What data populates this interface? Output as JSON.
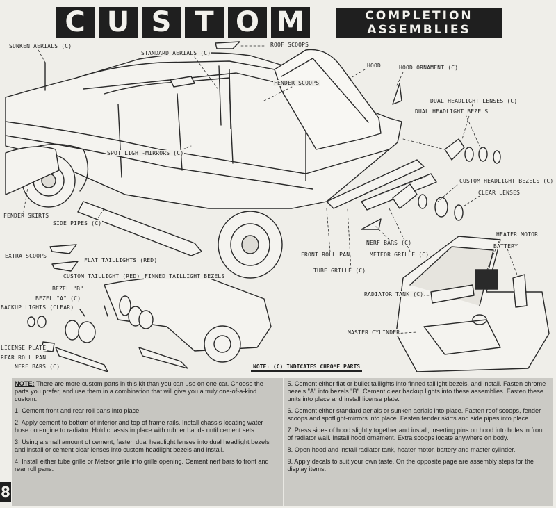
{
  "header": {
    "title_letters": [
      "C",
      "U",
      "S",
      "T",
      "O",
      "M"
    ],
    "subtitle_line1": "COMPLETION",
    "subtitle_line2": "ASSEMBLIES"
  },
  "labels": {
    "sunken_aerials": "SUNKEN AERIALS (C)",
    "standard_aerials": "STANDARD AERIALS (C)",
    "roof_scoops": "ROOF SCOOPS",
    "hood": "HOOD",
    "hood_ornament": "HOOD ORNAMENT (C)",
    "fender_scoops": "FENDER SCOOPS",
    "dual_headlight_lenses": "DUAL HEADLIGHT LENSES (C)",
    "dual_headlight_bezels": "DUAL HEADLIGHT BEZELS",
    "spot_light_mirrors": "SPOT LIGHT-MIRRORS (C)",
    "custom_headlight_bezels": "CUSTOM HEADLIGHT BEZELS (C)",
    "clear_lenses": "CLEAR LENSES",
    "fender_skirts": "FENDER SKIRTS",
    "side_pipes": "SIDE PIPES (C)",
    "nerf_bars_front": "NERF BARS (C)",
    "heater_motor": "HEATER MOTOR",
    "battery": "BATTERY",
    "extra_scoops": "EXTRA SCOOPS",
    "flat_taillights": "FLAT TAILLIGHTS (RED)",
    "front_roll_pan": "FRONT ROLL PAN",
    "meteor_grille": "METEOR GRILLE (C)",
    "tube_grille": "TUBE GRILLE (C)",
    "custom_taillight": "CUSTOM TAILLIGHT (RED)",
    "finned_taillight_bezels": "FINNED TAILLIGHT BEZELS",
    "bezel_b": "BEZEL \"B\"",
    "bezel_a": "BEZEL \"A\" (C)",
    "backup_lights": "BACKUP LIGHTS (CLEAR)",
    "radiator_tank": "RADIATOR TANK (C)",
    "master_cylinder": "MASTER CYLINDER",
    "license_plate": "LICENSE PLATE",
    "rear_roll_pan": "REAR ROLL PAN",
    "nerf_bars_rear": "NERF BARS (C)",
    "chrome_note": "NOTE: (C) INDICATES CHROME PARTS"
  },
  "page_number": "8",
  "instructions": {
    "note_word": "NOTE:",
    "note_text": " There are more custom parts in this kit than you can use on one car. Choose the parts you prefer, and use them in a combination that will give you a truly one-of-a-kind custom.",
    "step1": "1. Cement front and rear roll pans into place.",
    "step2": "2. Apply cement to bottom of interior and top of frame rails. Install chassis locating water hose on engine to radiator. Hold chassis in place with rubber bands until cement sets.",
    "step3": "3. Using a small amount of cement, fasten dual headlight lenses into dual headlight bezels and install or cement clear lenses into custom headlight bezels and install.",
    "step4": "4. Install either tube grille or Meteor grille into grille opening. Cement nerf bars to front and rear roll pans.",
    "step5": "5. Cement either flat or bullet taillights into finned taillight bezels, and install. Fasten chrome bezels \"A\" into bezels \"B\". Cement clear backup lights into these assemblies. Fasten these units into place and install license plate.",
    "step6": "6. Cement either standard aerials or sunken aerials into place. Fasten roof scoops, fender scoops and spotlight-mirrors into place. Fasten fender skirts and side pipes into place.",
    "step7": "7. Press sides of hood slightly together and install, inserting pins on hood into holes in front of radiator wall. Install hood ornament. Extra scoops locate anywhere on body.",
    "step8": "8. Open hood and install radiator tank, heater motor, battery and master cylinder.",
    "step9": "9. Apply decals to suit your own taste. On the opposite page are assembly steps for the display items."
  },
  "colors": {
    "ink": "#1f1f1f",
    "paper": "#efeee9",
    "panel": "#c7c6c1"
  }
}
